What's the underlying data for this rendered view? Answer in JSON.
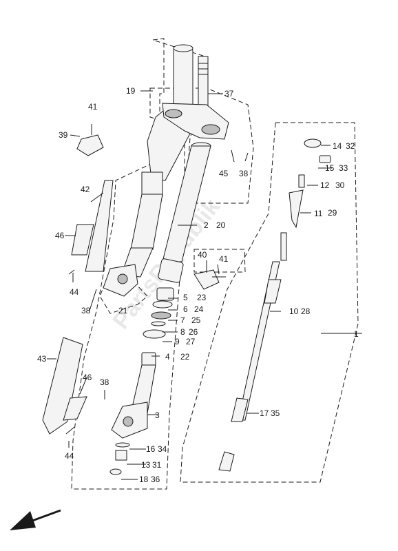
{
  "watermark": "PartsRepublik",
  "labels": {
    "l1": "1",
    "l2": "2",
    "l20": "20",
    "l3": "3",
    "l4": "4",
    "l22": "22",
    "l5": "5",
    "l23": "23",
    "l6": "6",
    "l24": "24",
    "l7": "7",
    "l25": "25",
    "l8": "8",
    "l26": "26",
    "l9": "9",
    "l27": "27",
    "l10": "10",
    "l28": "28",
    "l11": "11",
    "l29": "29",
    "l12": "12",
    "l30": "30",
    "l13": "13",
    "l31": "31",
    "l14": "14",
    "l32": "32",
    "l15": "15",
    "l33": "33",
    "l16": "16",
    "l34": "34",
    "l17": "17",
    "l35": "35",
    "l18": "18",
    "l36": "36",
    "l19": "19",
    "l21": "21",
    "l37": "37",
    "l38a": "38",
    "l38b": "38",
    "l38c": "38",
    "l39": "39",
    "l40": "40",
    "l41a": "41",
    "l41b": "41",
    "l42": "42",
    "l43": "43",
    "l44a": "44",
    "l44b": "44",
    "l45": "45",
    "l46a": "46",
    "l46b": "46"
  },
  "icons": {
    "direction_arrow": "front-direction-arrow-icon"
  }
}
